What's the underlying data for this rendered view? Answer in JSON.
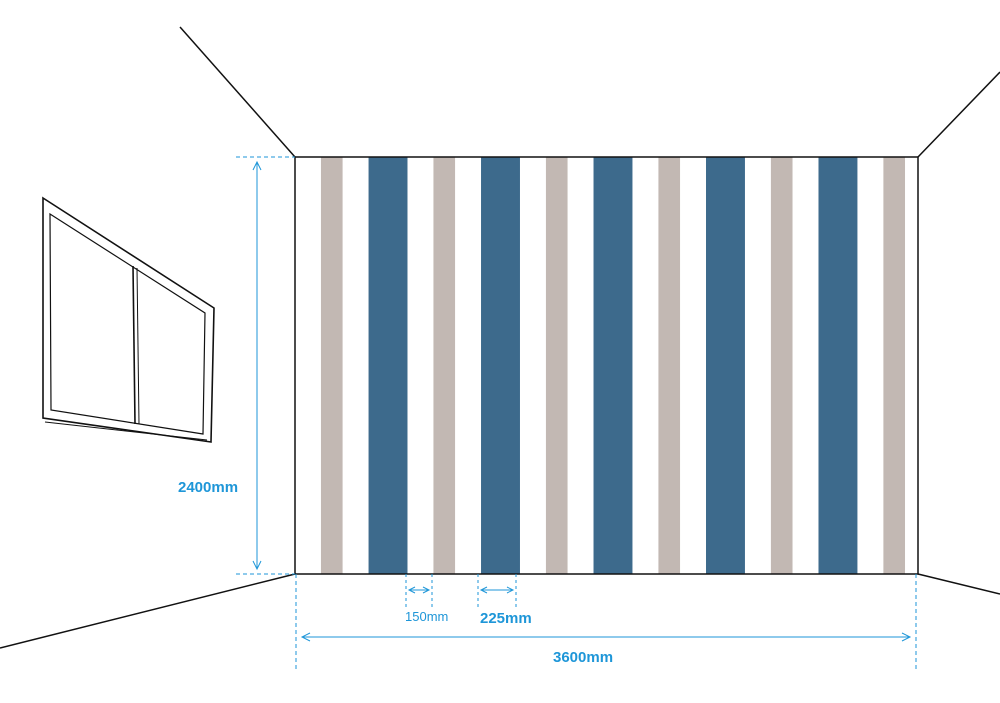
{
  "colors": {
    "blue_stripe": "#3d6a8c",
    "taupe_stripe": "#c2b8b3",
    "wall": "#ffffff",
    "outline": "#111111",
    "dimension": "#1e96d8"
  },
  "wall": {
    "width_mm": 3600,
    "height_mm": 2400,
    "stripe_pattern": [
      {
        "color": "taupe",
        "width_mm": 125
      },
      {
        "color": "blue",
        "width_mm": 225
      },
      {
        "color": "taupe",
        "width_mm": 125
      },
      {
        "color": "blue",
        "width_mm": 225
      },
      {
        "color": "taupe",
        "width_mm": 125
      },
      {
        "color": "blue",
        "width_mm": 225
      },
      {
        "color": "taupe",
        "width_mm": 125
      },
      {
        "color": "blue",
        "width_mm": 225
      },
      {
        "color": "taupe",
        "width_mm": 125
      },
      {
        "color": "blue",
        "width_mm": 225
      },
      {
        "color": "taupe",
        "width_mm": 125
      }
    ]
  },
  "dimensions": {
    "height_label": "2400mm",
    "width_label": "3600mm",
    "gap_label": "150mm",
    "blue_stripe_label": "225mm"
  }
}
